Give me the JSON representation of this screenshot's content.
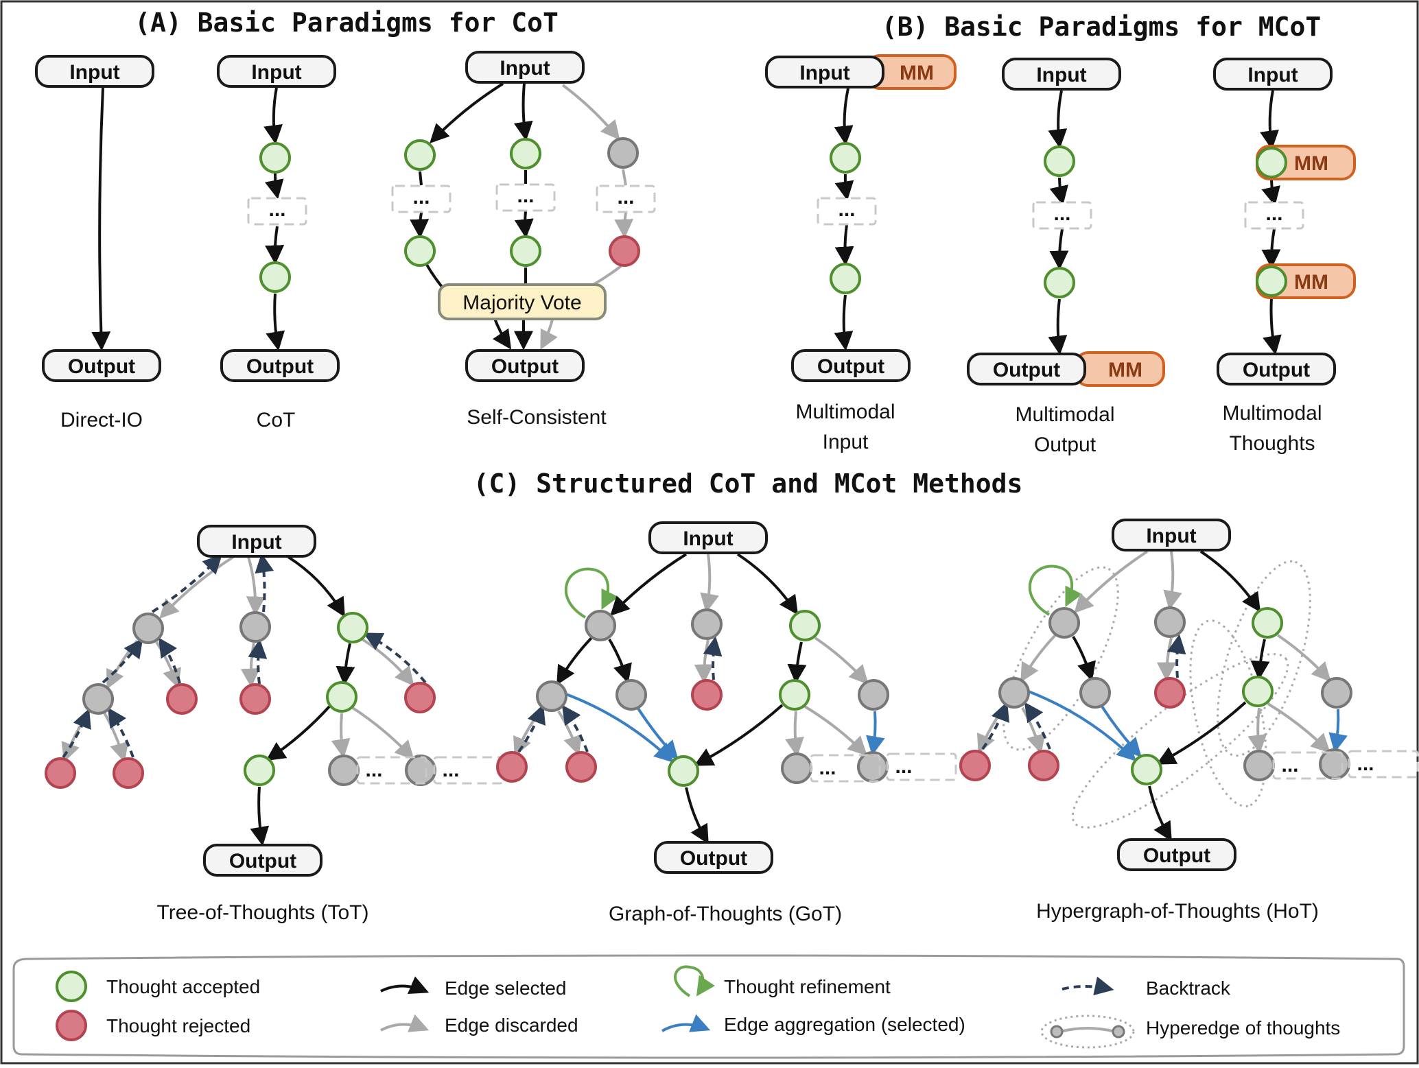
{
  "colors": {
    "accepted_fill": "#dff2d8",
    "accepted_stroke": "#4f8f2e",
    "rejected_fill": "#d97b86",
    "rejected_stroke": "#b34450",
    "neutral_fill": "#bdbdbd",
    "neutral_stroke": "#777777",
    "edge_selected": "#111111",
    "edge_discarded": "#a9a9a9",
    "edge_backtrack": "#2c3e55",
    "edge_aggregation": "#3a7fc1",
    "refinement": "#6aa84f",
    "mm_fill": "#f6c6a8",
    "mm_stroke": "#d2611f",
    "vote_fill": "#fdf1c8",
    "vote_stroke": "#8a8a7a"
  },
  "sections": {
    "a": {
      "title": "(A) Basic Paradigms for CoT"
    },
    "b": {
      "title": "(B) Basic Paradigms for MCoT"
    },
    "c": {
      "title": "(C) Structured CoT and MCot Methods"
    }
  },
  "labels": {
    "input": "Input",
    "output": "Output",
    "mm": "MM",
    "ellipsis": "...",
    "majority_vote": "Majority Vote"
  },
  "captions": {
    "direct_io": "Direct-IO",
    "cot": "CoT",
    "self_consistent": "Self-Consistent",
    "mm_input_line1": "Multimodal",
    "mm_input_line2": "Input",
    "mm_output_line1": "Multimodal",
    "mm_output_line2": "Output",
    "mm_thoughts_line1": "Multimodal",
    "mm_thoughts_line2": "Thoughts",
    "tot": "Tree-of-Thoughts (ToT)",
    "got": "Graph-of-Thoughts (GoT)",
    "hot": "Hypergraph-of-Thoughts (HoT)"
  },
  "legend": {
    "thought_accepted": "Thought accepted",
    "thought_rejected": "Thought rejected",
    "edge_selected": "Edge selected",
    "edge_discarded": "Edge discarded",
    "thought_refinement": "Thought refinement",
    "edge_aggregation": "Edge aggregation (selected)",
    "backtrack": "Backtrack",
    "hyperedge": "Hyperedge of thoughts"
  }
}
